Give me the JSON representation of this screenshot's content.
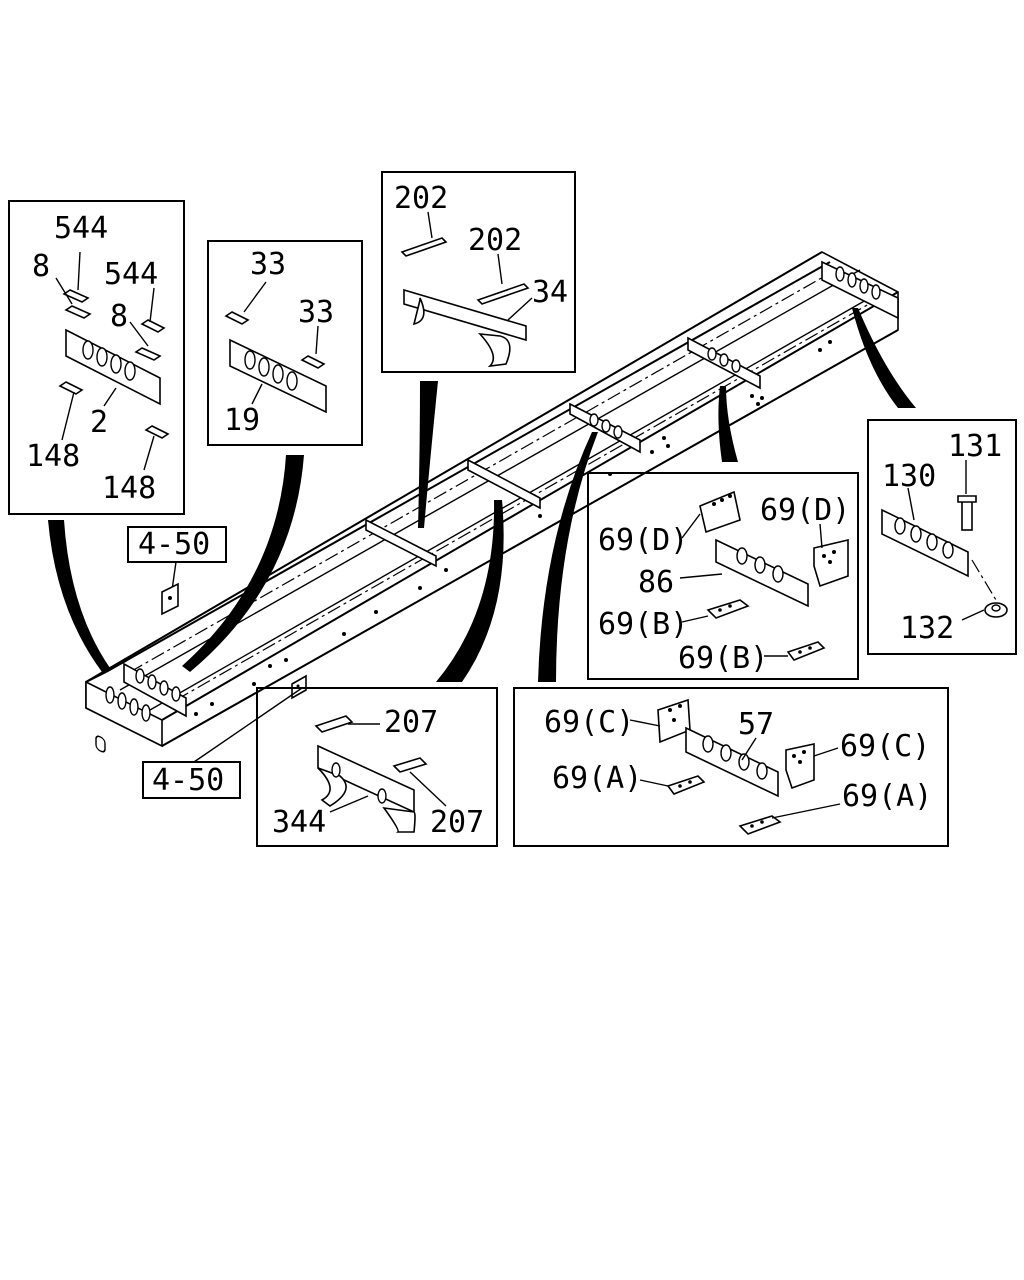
{
  "callouts": {
    "box1": {
      "l544a": "544",
      "l8a": "8",
      "l544b": "544",
      "l8b": "8",
      "l2": "2",
      "l148a": "148",
      "l148b": "148"
    },
    "box2": {
      "l33a": "33",
      "l33b": "33",
      "l19": "19"
    },
    "box3": {
      "l202a": "202",
      "l202b": "202",
      "l34": "34"
    },
    "box4": {
      "l69Da": "69(D)",
      "l69Db": "69(D)",
      "l86": "86",
      "l69Ba": "69(B)",
      "l69Bb": "69(B)"
    },
    "box5": {
      "l131": "131",
      "l130": "130",
      "l132": "132"
    },
    "box6": {
      "l207a": "207",
      "l207b": "207",
      "l344": "344"
    },
    "box7": {
      "l69Ca": "69(C)",
      "l57": "57",
      "l69Cb": "69(C)",
      "l69Aa": "69(A)",
      "l69Ab": "69(A)"
    }
  },
  "refs": {
    "ref_top": "4-50",
    "ref_bottom": "4-50"
  }
}
